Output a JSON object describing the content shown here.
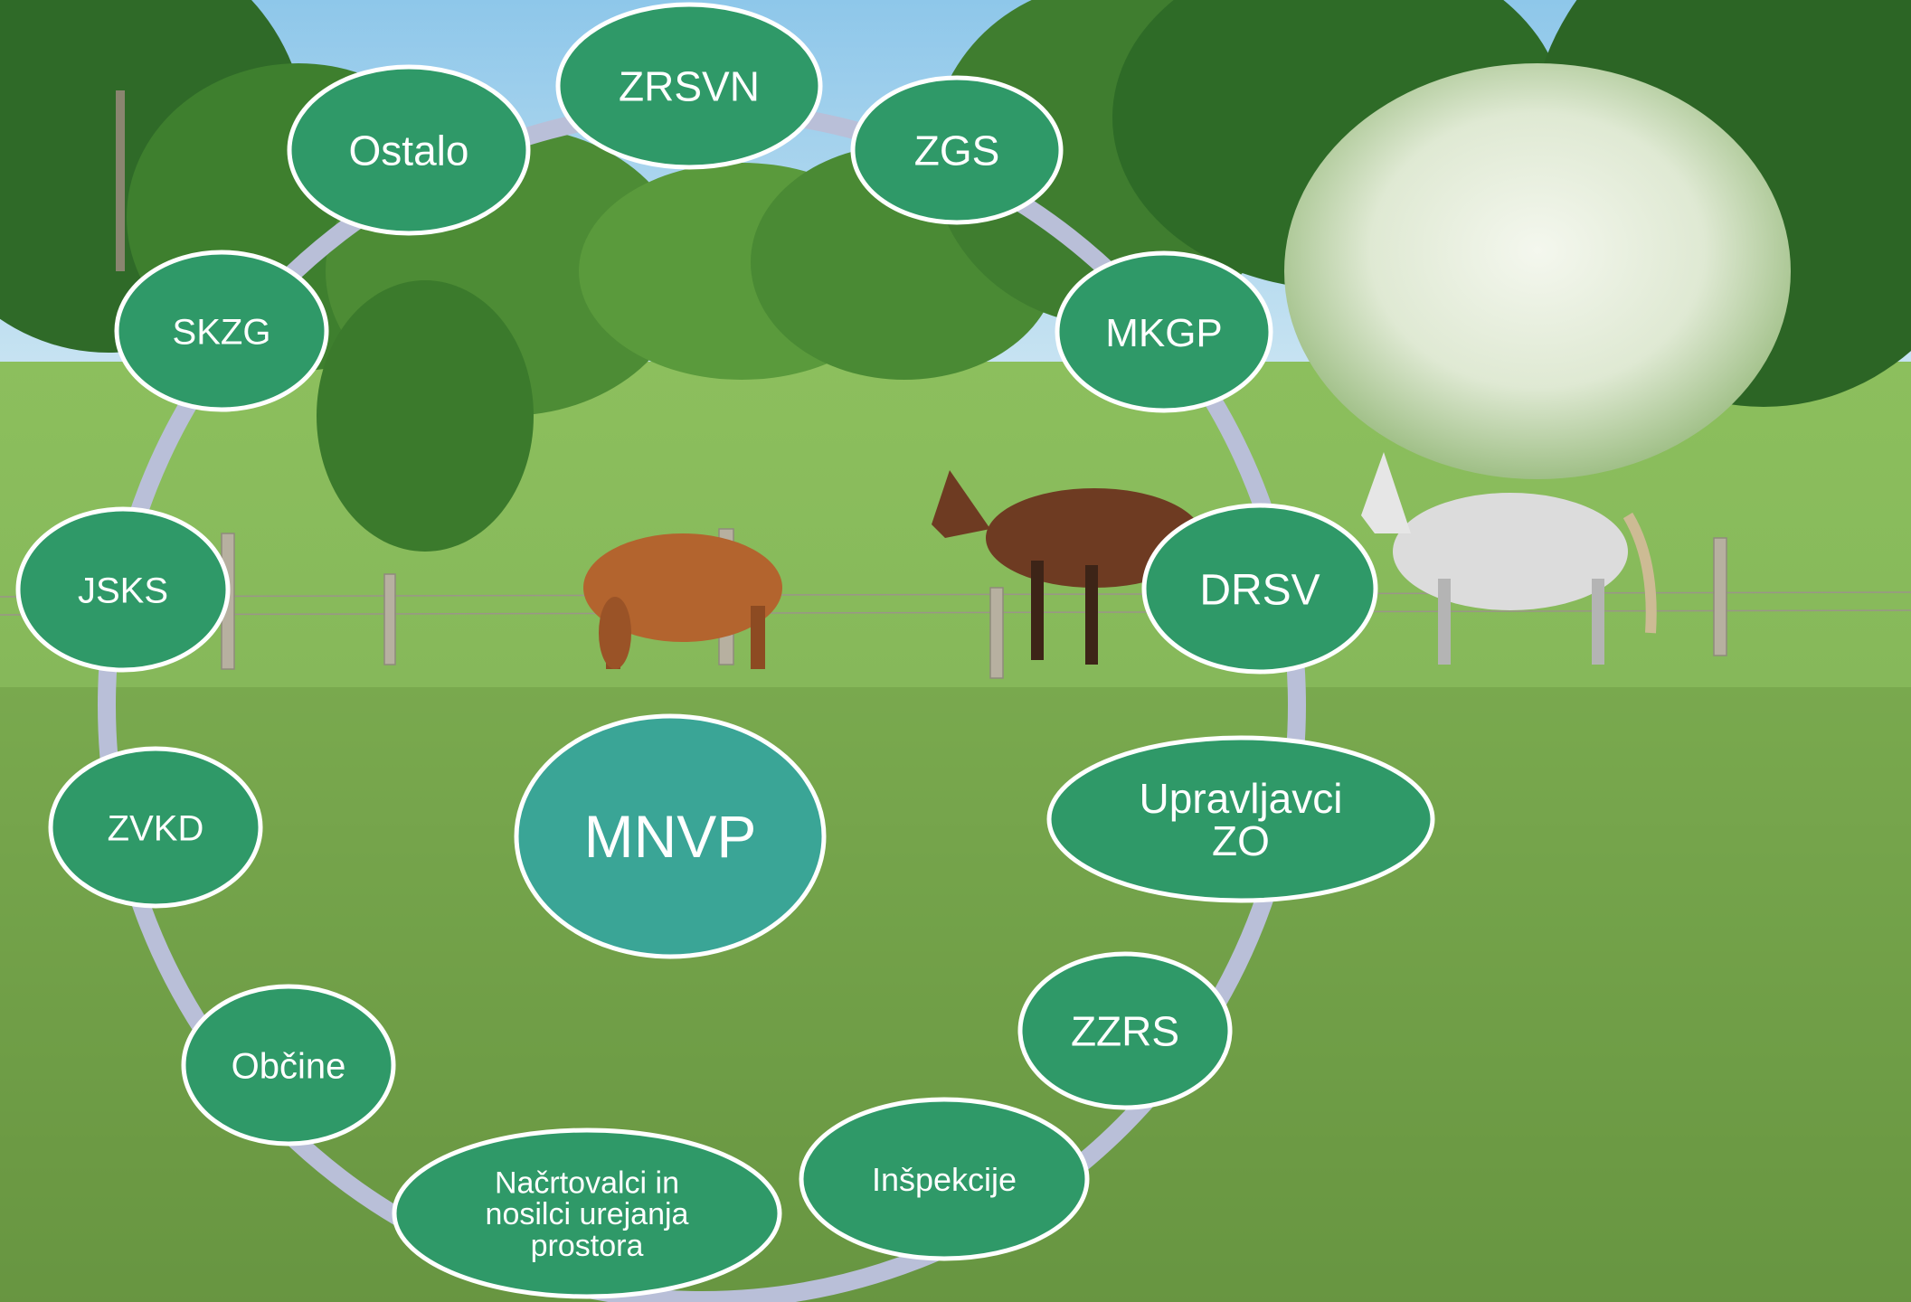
{
  "diagram": {
    "center": {
      "label": "MNVP"
    },
    "nodes": [
      {
        "id": "zrsvn",
        "lines": [
          "ZRSVN"
        ]
      },
      {
        "id": "zgs",
        "lines": [
          "ZGS"
        ]
      },
      {
        "id": "mkgp",
        "lines": [
          "MKGP"
        ]
      },
      {
        "id": "drsv",
        "lines": [
          "DRSV"
        ]
      },
      {
        "id": "upravljavci-zo",
        "lines": [
          "Upravljavci",
          "ZO"
        ]
      },
      {
        "id": "zzrs",
        "lines": [
          "ZZRS"
        ]
      },
      {
        "id": "inspekcije",
        "lines": [
          "Inšpekcije"
        ]
      },
      {
        "id": "nacrtovalci",
        "lines": [
          "Načrtovalci in",
          "nosilci urejanja",
          "prostora"
        ]
      },
      {
        "id": "obcine",
        "lines": [
          "Občine"
        ]
      },
      {
        "id": "zvkd",
        "lines": [
          "ZVKD"
        ]
      },
      {
        "id": "jsks",
        "lines": [
          "JSKS"
        ]
      },
      {
        "id": "skzg",
        "lines": [
          "SKZG"
        ]
      },
      {
        "id": "ostalo",
        "lines": [
          "Ostalo"
        ]
      }
    ]
  },
  "colors": {
    "node_fill": "#2f9968",
    "center_fill": "#3aa596",
    "node_stroke": "#ffffff",
    "ring": "#b9bfd8",
    "sky": "#a9d3ec",
    "meadow": "#7fb35a"
  },
  "background": {
    "subject": "meadow-with-horses",
    "elements": [
      "sky",
      "trees",
      "flowering-tree",
      "fence",
      "horse-chestnut",
      "horse-bay",
      "horse-grey",
      "tall-grass"
    ]
  }
}
